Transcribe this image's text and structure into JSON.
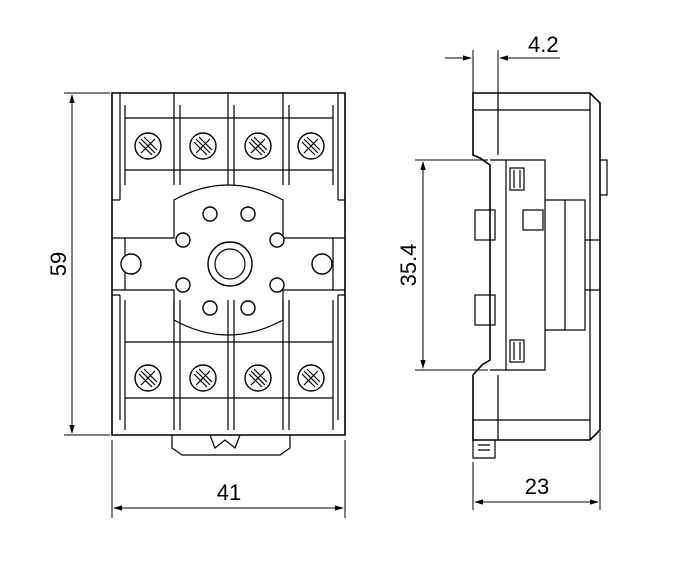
{
  "dimensions": {
    "height_front": "59",
    "width_front": "41",
    "rail_height": "35.4",
    "side_offset": "4.2",
    "side_depth": "23"
  }
}
